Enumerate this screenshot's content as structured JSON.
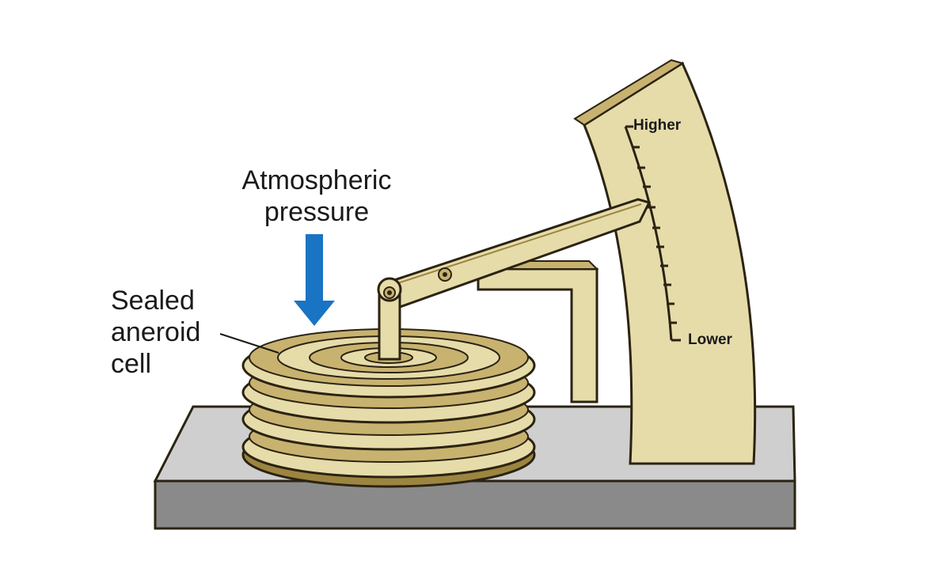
{
  "labels": {
    "atmospheric": [
      "Atmospheric",
      "pressure"
    ],
    "aneroid": [
      "Sealed",
      "aneroid",
      "cell"
    ],
    "scale_high": "Higher",
    "scale_low": "Lower"
  },
  "colors": {
    "brass_light": "#e6dcaa",
    "brass_mid": "#c8b26f",
    "brass_dark": "#9c8540",
    "outline": "#2b2312",
    "base_top": "#cfcfcf",
    "base_front": "#8a8a8a",
    "arrow": "#1a74c4",
    "background": "#ffffff"
  }
}
